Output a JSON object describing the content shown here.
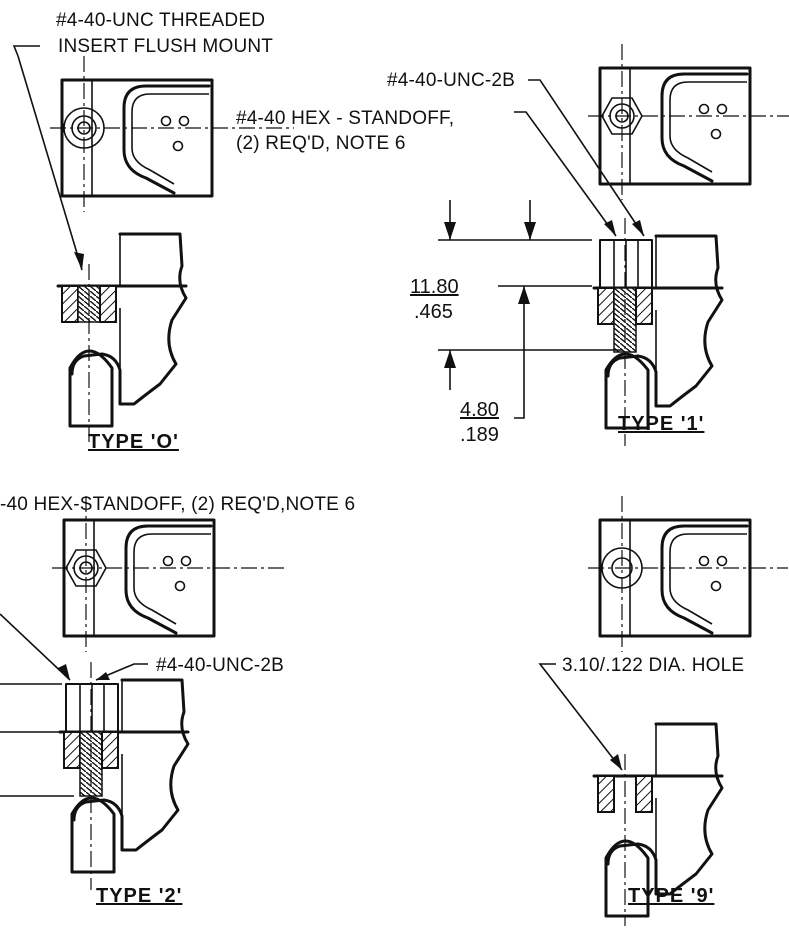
{
  "sheet": {
    "type0": {
      "callout": "#4-40-UNC  THREADED",
      "callout2": "INSERT  FLUSH  MOUNT",
      "caption": "TYPE  'O'"
    },
    "type1": {
      "callout_thread": "#4-40-UNC-2B",
      "callout_standoff": "#4-40  HEX - STANDOFF,",
      "callout_standoff2": "(2) REQ'D, NOTE 6",
      "dim_a_mm": "11.80",
      "dim_a_in": ".465",
      "dim_b_mm": "4.80",
      "dim_b_in": ".189",
      "caption": "TYPE  '1'"
    },
    "type2": {
      "callout_standoff": "-40  HEX-STANDOFF, (2) REQ'D,NOTE 6",
      "callout_thread": "#4-40-UNC-2B",
      "caption": "TYPE  '2'"
    },
    "type9": {
      "callout_hole": "3.10/.122  DIA. HOLE",
      "caption": "TYPE  '9'"
    }
  }
}
